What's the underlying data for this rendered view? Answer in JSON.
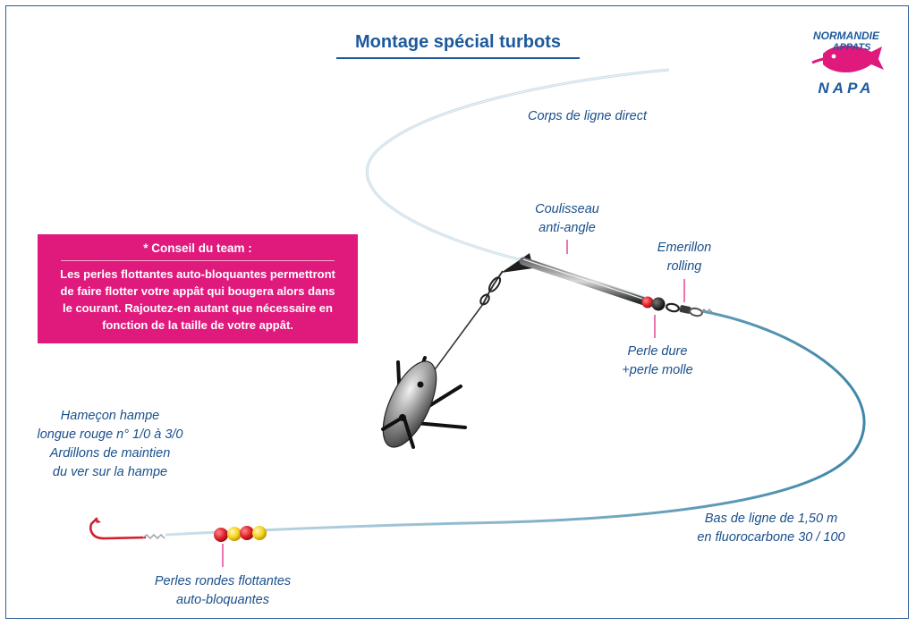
{
  "title": "Montage spécial turbots",
  "logo": {
    "line1": "NORMANDIE",
    "line2": "APPATS",
    "line3": "NAPA",
    "colors": {
      "blue": "#1d5a9c",
      "pink": "#e0197d"
    }
  },
  "labels": {
    "corps": "Corps de ligne direct",
    "coulisseau_1": "Coulisseau",
    "coulisseau_2": "anti-angle",
    "emerillon_1": "Emerillon",
    "emerillon_2": "rolling",
    "perle_1": "Perle dure",
    "perle_2": "+perle molle",
    "hamecon_1": "Hameçon hampe",
    "hamecon_2": "longue rouge n° 1/0 à 3/0",
    "hamecon_3": "Ardillons de maintien",
    "hamecon_4": "du ver sur la hampe",
    "bas_1": "Bas de ligne de 1,50 m",
    "bas_2": "en fluorocarbone 30 / 100",
    "perles_rondes_1": "Perles rondes flottantes",
    "perles_rondes_2": "auto-bloquantes"
  },
  "conseil": {
    "title": "* Conseil du team :",
    "lines": [
      "Les perles flottantes auto-bloquantes permettront",
      "de faire flotter votre appât qui bougera alors dans",
      "le courant. Rajoutez-en autant que nécessaire en",
      "fonction de la taille de votre appât."
    ]
  },
  "colors": {
    "text_blue": "#1a4f8c",
    "pink_box": "#e0197d",
    "line": "#4a8fb0",
    "bead_red": "#e2202b",
    "bead_yellow": "#f5d21b",
    "hook": "#d0202a"
  }
}
